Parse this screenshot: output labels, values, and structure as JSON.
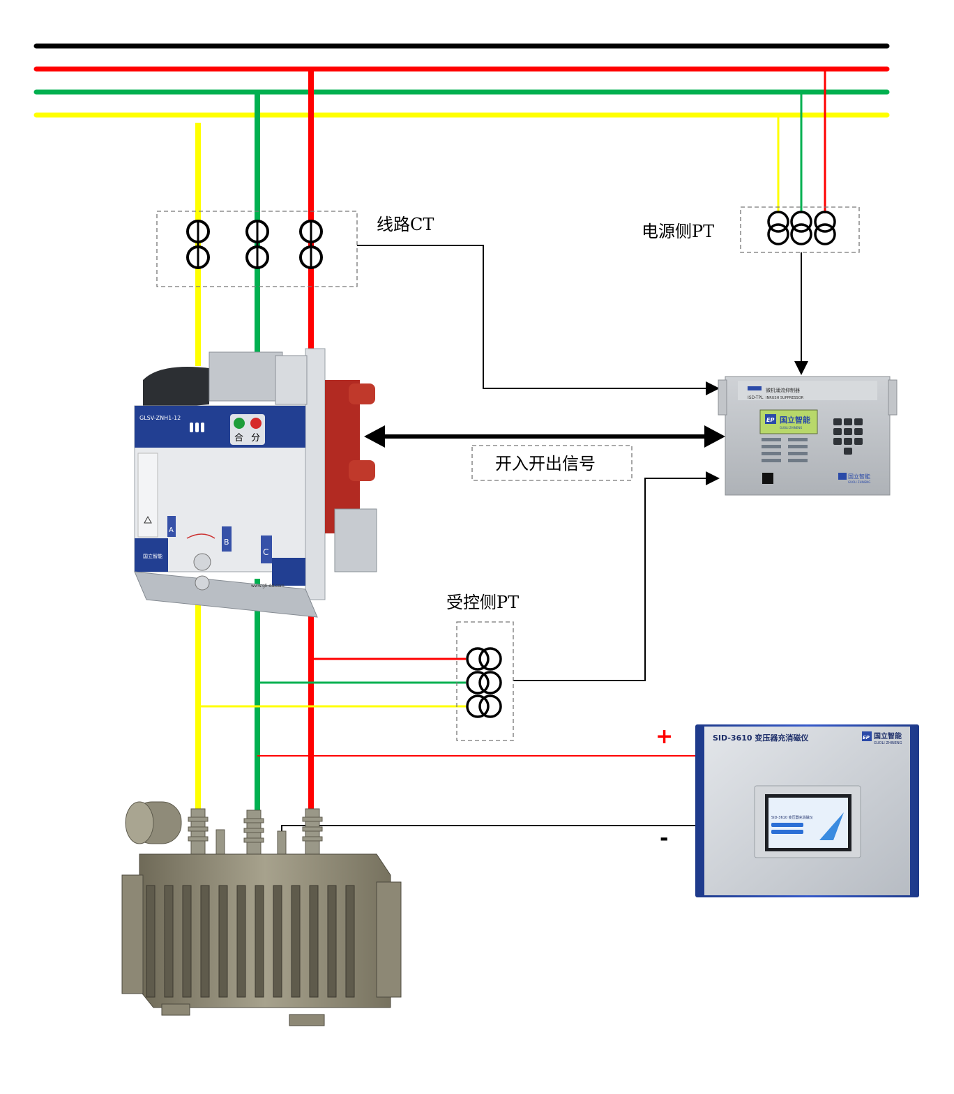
{
  "colors": {
    "black": "#000000",
    "red": "#ff0000",
    "green": "#00b050",
    "yellow": "#ffff00",
    "panel_gray": "#c9ccd0",
    "panel_blue": "#1f3f8f",
    "device_blue": "#2b4aa8"
  },
  "labels": {
    "line_ct": "线路CT",
    "source_pt": "电源侧PT",
    "controlled_pt": "受控侧PT",
    "io_signal": "开入开出信号",
    "plus": "+",
    "minus": "-"
  },
  "breaker": {
    "model": "GLSV-ZNH1-12",
    "close": "合",
    "open": "分",
    "phase_a": "A",
    "phase_b": "B",
    "phase_c": "C",
    "brand": "国立智能",
    "site": "www.gli-dd.com"
  },
  "controller": {
    "title": "微机涌流抑制器",
    "model": "ISD-TPL",
    "subtitle": "INRUSH SUPPRESSOR",
    "brand": "国立智能",
    "brand_en": "GUOLI ZHINENG",
    "logo": "EP"
  },
  "demagnetizer": {
    "title": "SID-3610 变压器充消磁仪",
    "brand": "国立智能",
    "brand_en": "GUOLI ZHINENG",
    "logo": "EP",
    "screen_title": "SID-3610 变压器充消磁仪"
  },
  "icons": [
    "transformer-icon",
    "breaker-icon",
    "ct-symbol-icon",
    "pt-symbol-icon",
    "arrow-icon"
  ]
}
